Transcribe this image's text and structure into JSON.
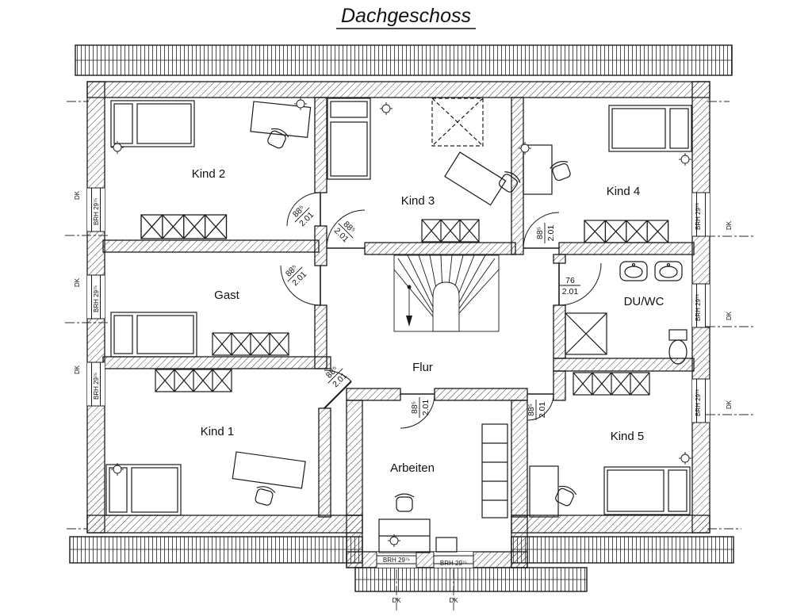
{
  "title": "Dachgeschoss",
  "rooms": {
    "kind1": "Kind 1",
    "kind2": "Kind 2",
    "kind3": "Kind 3",
    "kind4": "Kind 4",
    "kind5": "Kind 5",
    "gast": "Gast",
    "duwc": "DU/WC",
    "flur": "Flur",
    "arbeiten": "Arbeiten"
  },
  "doors": {
    "standard_width": "88⁵",
    "narrow_width": "76",
    "height": "2.01"
  },
  "annotations": {
    "sill_height": "BRH 29⁷⁵",
    "roof_window": "DK"
  },
  "colors": {
    "ink": "#1a1a1a",
    "paper": "#ffffff"
  }
}
